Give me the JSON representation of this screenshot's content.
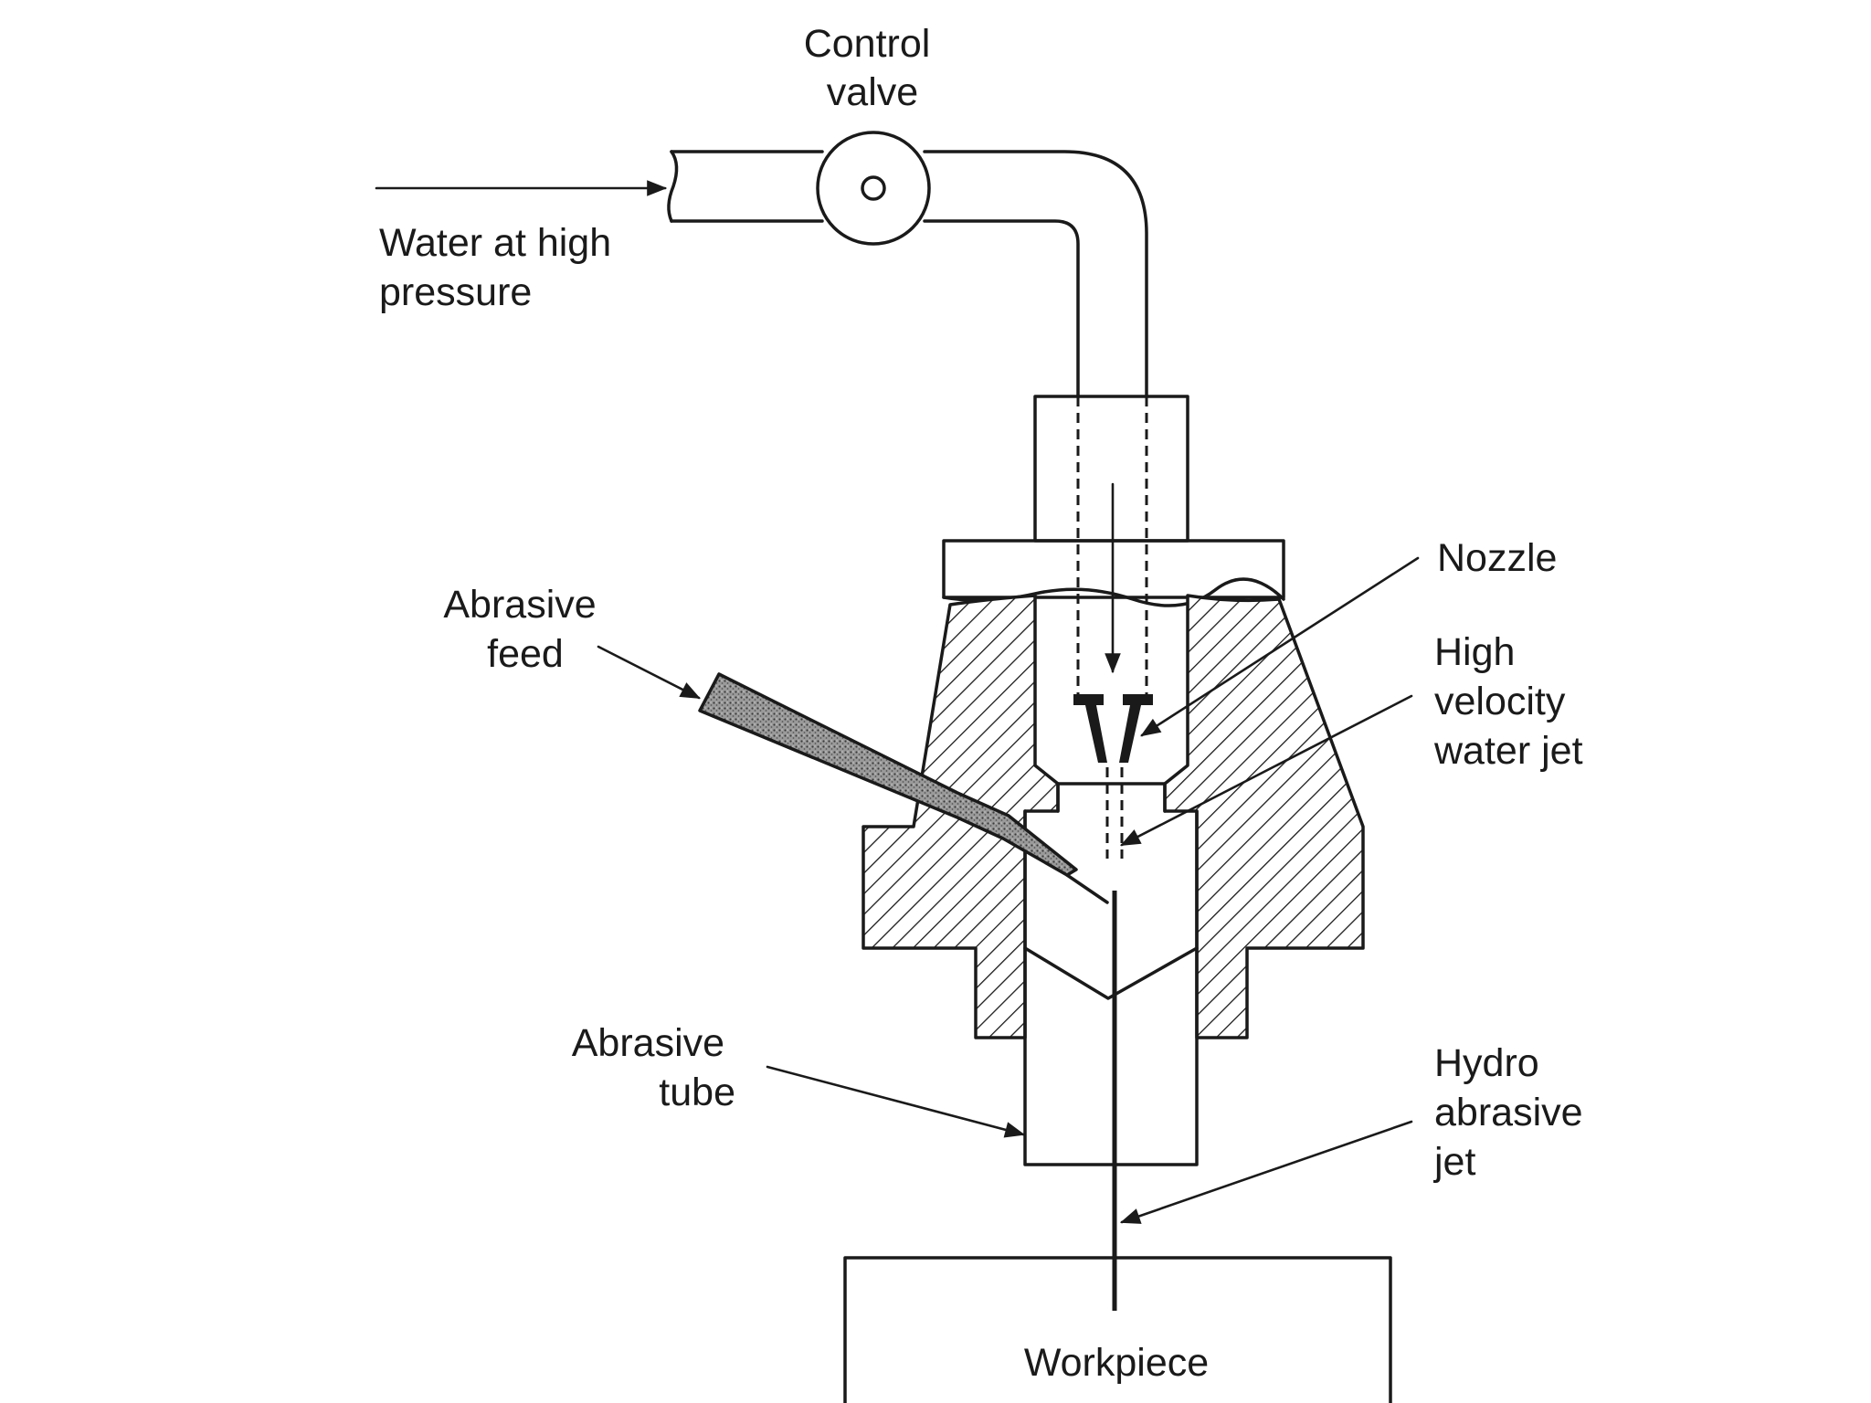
{
  "labels": {
    "control_valve": [
      "Control",
      "valve"
    ],
    "water_inlet": [
      "Water at high",
      "pressure"
    ],
    "abrasive_feed": [
      "Abrasive",
      "feed"
    ],
    "nozzle": [
      "Nozzle"
    ],
    "high_velocity_jet": [
      "High",
      "velocity",
      "water jet"
    ],
    "abrasive_tube": [
      "Abrasive",
      "tube"
    ],
    "hydro_abrasive_jet": [
      "Hydro",
      "abrasive",
      "jet"
    ],
    "workpiece": [
      "Workpiece"
    ]
  },
  "colors": {
    "line": "#1a1a1a",
    "background": "#ffffff",
    "abrasive_fill": "#8c8c8c"
  }
}
